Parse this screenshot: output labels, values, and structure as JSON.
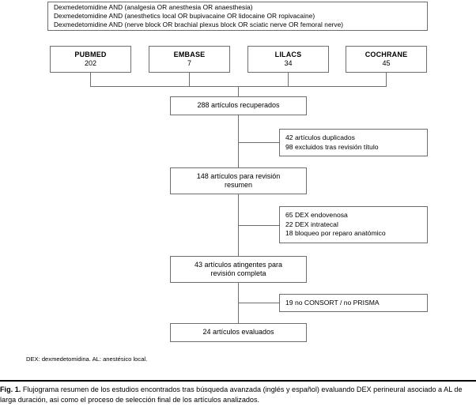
{
  "figure": {
    "query_box": {
      "lines": [
        "Dexmedetomidine AND (analgesia OR anesthesia OR anaesthesia)",
        "Dexmedetomidine AND (anesthetics local OR bupivacaine OR lidocaine OR ropivacaine)",
        "Dexmedetomidine AND (nerve block OR brachial plexus block OR sciatic nerve OR femoral nerve)"
      ]
    },
    "databases": [
      {
        "name": "PUBMED",
        "count": "202"
      },
      {
        "name": "EMBASE",
        "count": "7"
      },
      {
        "name": "LILACS",
        "count": "34"
      },
      {
        "name": "COCHRANE",
        "count": "45"
      }
    ],
    "stages": [
      {
        "id": "retrieved",
        "lines": [
          "288 artículos recuperados"
        ]
      },
      {
        "id": "abstract",
        "lines": [
          "148 artículos para revisión",
          "resumen"
        ]
      },
      {
        "id": "fulltext",
        "lines": [
          "43 artículos atingentes para",
          "revisión completa"
        ]
      },
      {
        "id": "evaluated",
        "lines": [
          "24 artículos evaluados"
        ]
      }
    ],
    "exclusions": [
      {
        "id": "excl-1",
        "lines": [
          "42 artículos duplicados",
          "98 excluidos tras revisión título"
        ]
      },
      {
        "id": "excl-2",
        "lines": [
          "65 DEX endovenosa",
          "22 DEX intratecal",
          "18 bloqueo por reparo anatómico"
        ]
      },
      {
        "id": "excl-3",
        "lines": [
          "19 no CONSORT / no PRISMA"
        ]
      }
    ],
    "legend": "DEX: dexmedetomidina. AL: anestésico local.",
    "caption": {
      "label": "Fig. 1.",
      "text": "Flujograma resumen de los estudios encontrados tras búsqueda avanzada (inglés y español) evaluando DEX perineural asociado a AL de larga duración, asi como el proceso de selección final de los artículos analizados."
    },
    "colors": {
      "border": "#6e6e6e",
      "text": "#000000",
      "background": "#ffffff",
      "rule": "#000000"
    }
  }
}
